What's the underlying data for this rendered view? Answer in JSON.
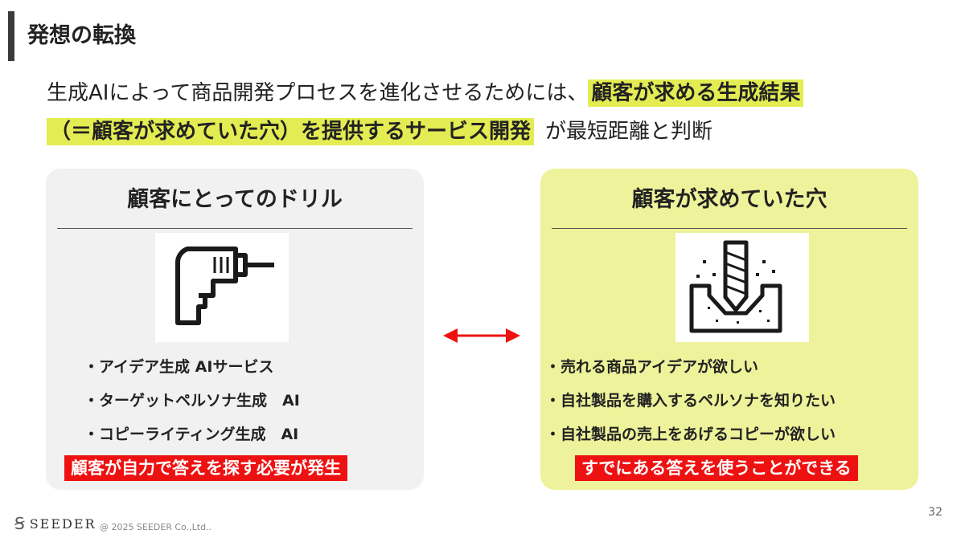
{
  "title": "発想の転換",
  "lead": {
    "line1_plain": "生成AIによって商品開発プロセスを進化させるためには、",
    "line1_highlight": "顧客が求める生成結果",
    "line2_highlight": "（＝顧客が求めていた穴）を提供するサービス開発",
    "line2_plain": "が最短距離と判断"
  },
  "left_panel": {
    "heading": "顧客にとってのドリル",
    "icon": "drill-icon",
    "bullets": [
      "・アイデア生成 AIサービス",
      "・ターゲットペルソナ生成　AI",
      "・コピーライティング生成　AI"
    ],
    "callout": "顧客が自力で答えを探す必要が発生"
  },
  "right_panel": {
    "heading": "顧客が求めていた穴",
    "icon": "drilled-hole-icon",
    "bullets": [
      "・売れる商品アイデアが欲しい",
      "・自社製品を購入するペルソナを知りたい",
      "・自社製品の売上をあげるコピーが欲しい"
    ],
    "callout": "すでにある答えを使うことができる"
  },
  "arrow": "double-arrow-icon",
  "footer": {
    "logo_mark": "Ꞩ",
    "logo_text": "SEEDER",
    "copyright": "@ 2025 SEEDER Co.,Ltd..",
    "page_number": "32"
  },
  "colors": {
    "highlight": "#e3ec52",
    "right_panel_bg": "#eef29a",
    "left_panel_bg": "#f1f1f1",
    "callout_bg": "#ee1111",
    "arrow": "#ee1111"
  }
}
